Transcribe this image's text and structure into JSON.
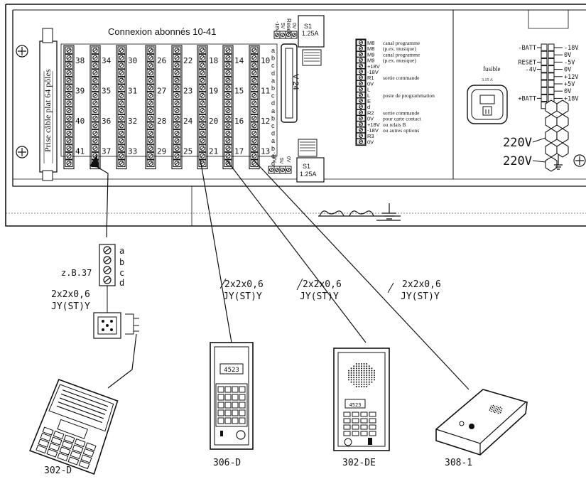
{
  "panel": {
    "title": "Connexion abonnés 10-41",
    "side_label": "Prise câble plat 64 pôles",
    "terminal_columns": [
      [
        "38",
        "39",
        "40",
        "41"
      ],
      [
        "34",
        "35",
        "36",
        "37"
      ],
      [
        "30",
        "31",
        "32",
        "33"
      ],
      [
        "26",
        "27",
        "28",
        "29"
      ],
      [
        "22",
        "23",
        "24",
        "25"
      ],
      [
        "18",
        "19",
        "20",
        "21"
      ],
      [
        "14",
        "15",
        "16",
        "17"
      ],
      [
        "10",
        "11",
        "12",
        "13"
      ]
    ],
    "abcd_letters": [
      "a",
      "b",
      "c",
      "d"
    ],
    "reset_label": "Reset",
    "top_terminal_labels": [
      "-18V",
      "5V",
      "0V"
    ],
    "bottom_terminal_labels": [
      "-18V",
      "5V",
      "0V"
    ],
    "fuse_top": {
      "label": "S1",
      "value": "1.25A"
    },
    "fuse_bottom": {
      "label": "S1",
      "value": "1.25A"
    },
    "connector_label": "V 24"
  },
  "middle_block": {
    "terminals": [
      {
        "pin": "M8",
        "note": "canal programme"
      },
      {
        "pin": "M8",
        "note": "(p.ex. musique)"
      },
      {
        "pin": "M9",
        "note": "canal programme"
      },
      {
        "pin": "M9",
        "note": "(p.ex. musique)"
      },
      {
        "pin": "+18V",
        "note": ""
      },
      {
        "pin": "-18V",
        "note": ""
      },
      {
        "pin": "R1",
        "note": "sortie commande"
      },
      {
        "pin": "0V",
        "note": ""
      },
      {
        "pin": "L",
        "note": ""
      },
      {
        "pin": "L",
        "note": "poste de programmation"
      },
      {
        "pin": "E",
        "note": ""
      },
      {
        "pin": "d",
        "note": ""
      },
      {
        "pin": "R2",
        "note": "sortie commande"
      },
      {
        "pin": "0V",
        "note": "pour carte contact"
      },
      {
        "pin": "+18V",
        "note": "ou relais B"
      },
      {
        "pin": "-18V",
        "note": "ou autres options"
      },
      {
        "pin": "R3",
        "note": ""
      },
      {
        "pin": "0V",
        "note": ""
      }
    ]
  },
  "power": {
    "fuse_label": "fusible",
    "fuse_value": "3.15 A",
    "left_labels": [
      "-BATT",
      "RESET",
      "-4V",
      "+BATT"
    ],
    "right_labels": [
      "-18V",
      "0V",
      "-5V",
      "0V",
      "+12V",
      "+5V",
      "0V",
      "+18V"
    ],
    "mains_label_1": "220V",
    "mains_label_2": "220V"
  },
  "wiring": {
    "example_label": "z.B.37",
    "example_letters": [
      "a",
      "b",
      "c",
      "d"
    ],
    "cable_spec_line1": "2x2x0,6",
    "cable_spec_line2": "JY(ST)Y"
  },
  "devices": [
    {
      "model": "302-D",
      "display": ""
    },
    {
      "model": "306-D",
      "display": "4523"
    },
    {
      "model": "302-DE",
      "display": "4523"
    },
    {
      "model": "308-1",
      "display": ""
    }
  ]
}
